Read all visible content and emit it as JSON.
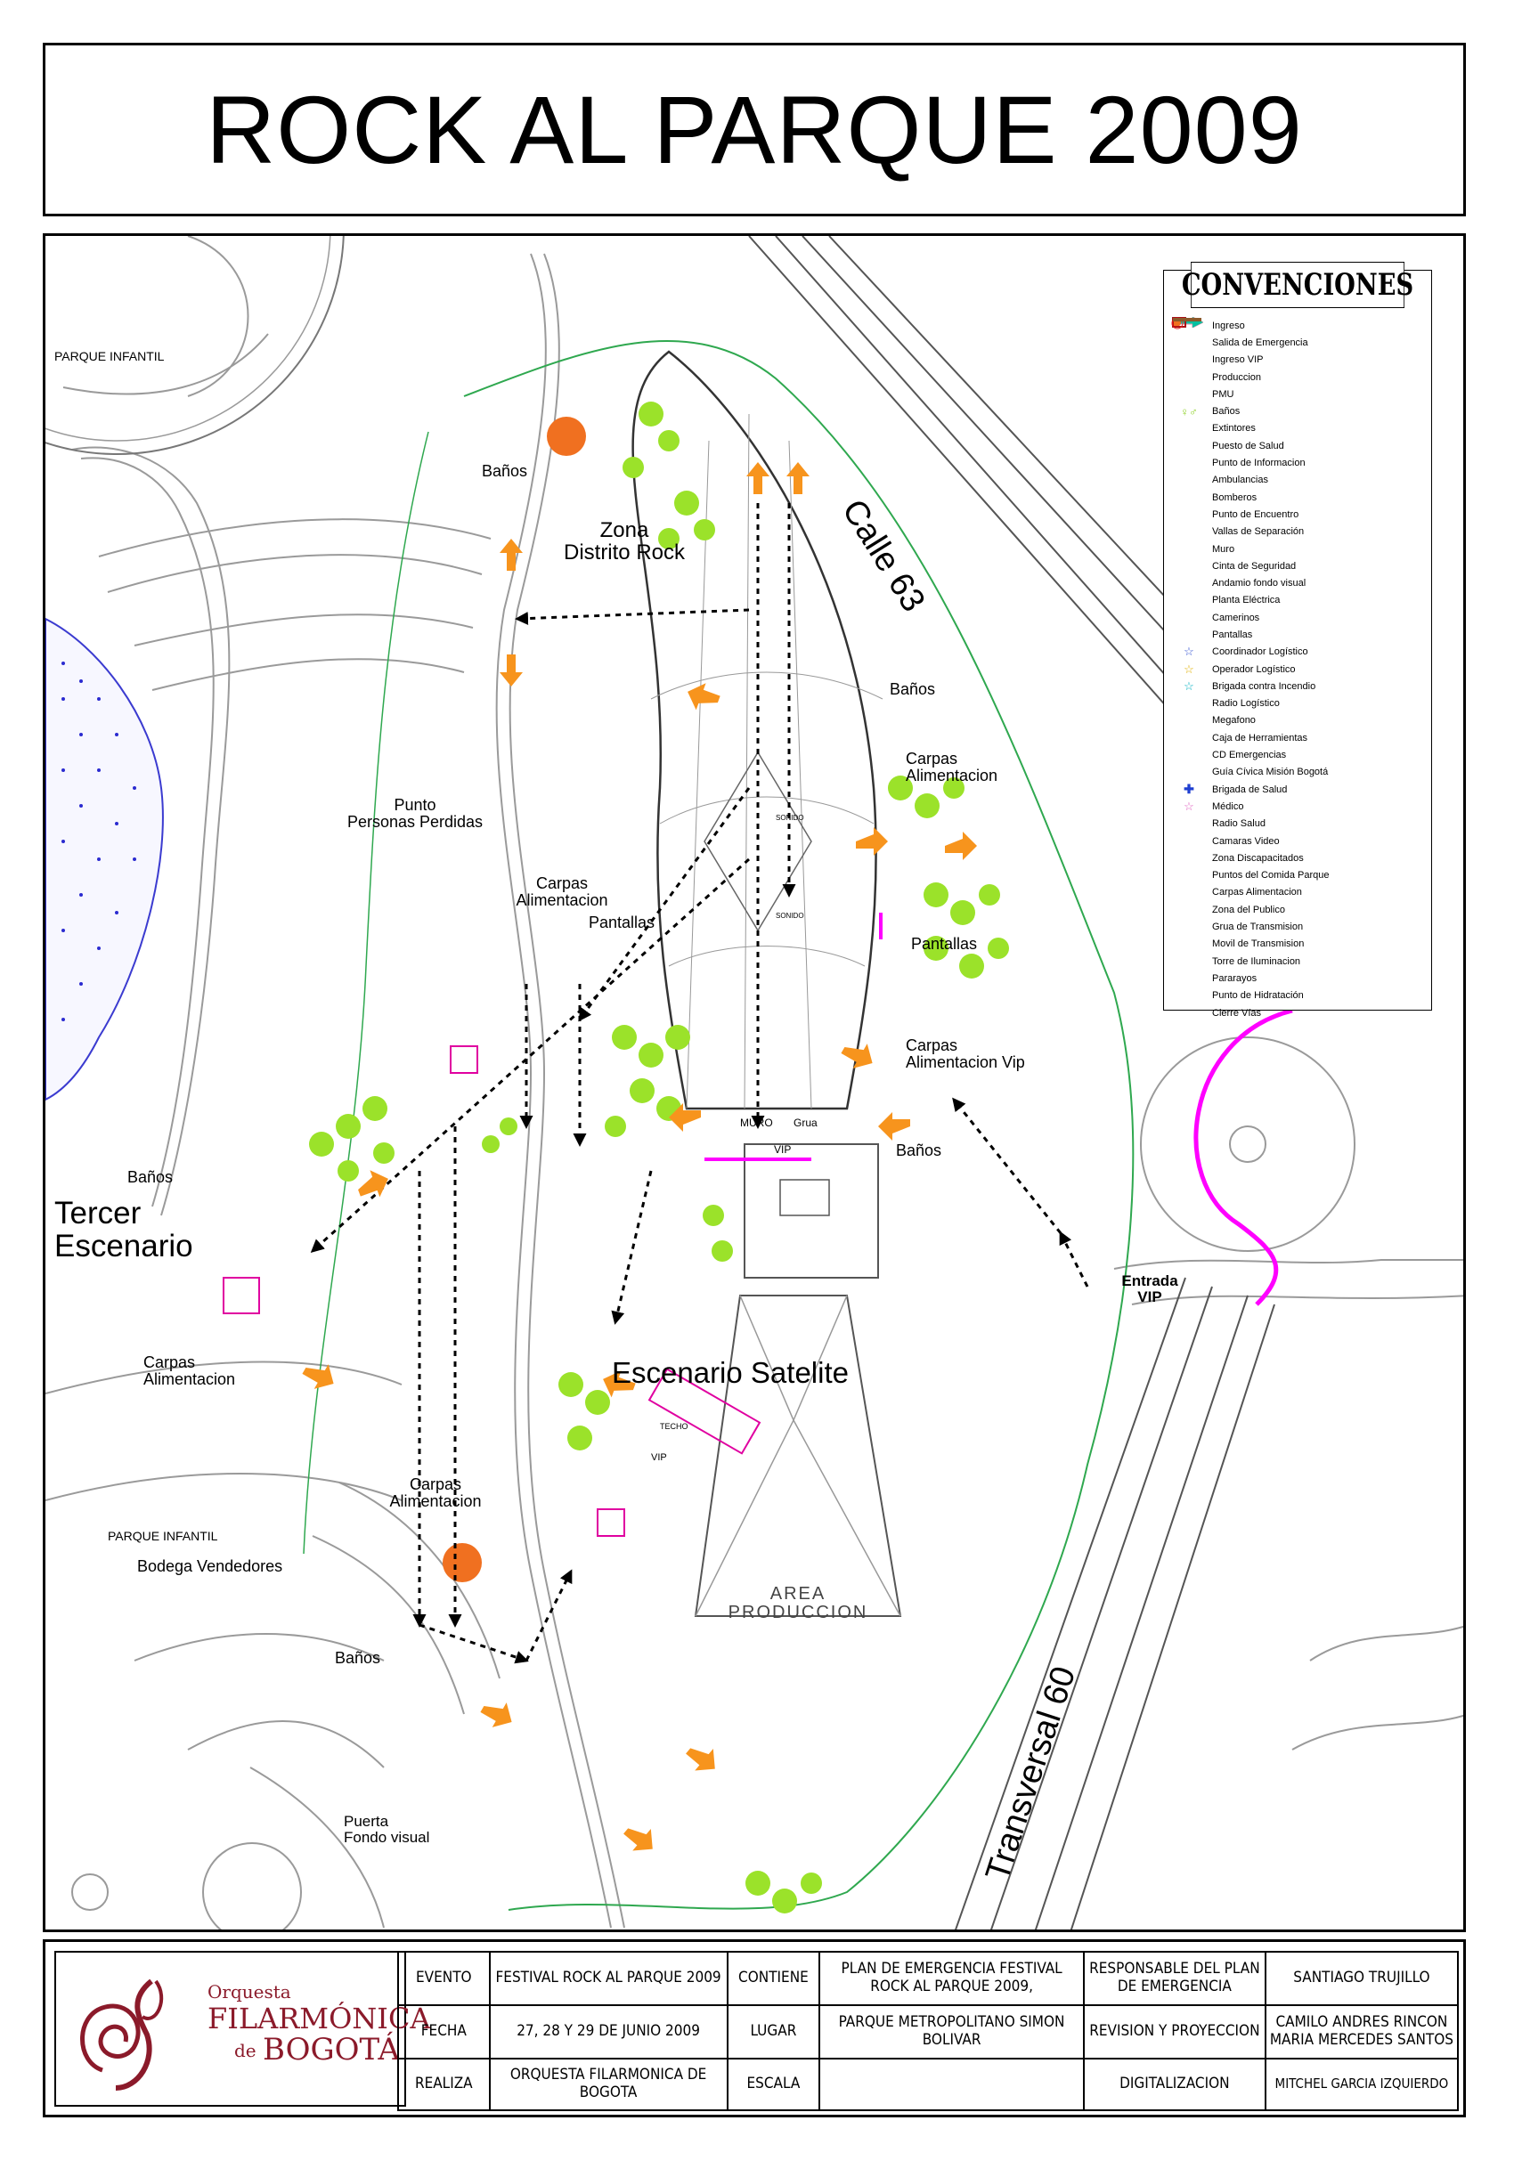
{
  "title": "ROCK AL PARQUE 2009",
  "legend": {
    "heading": "CONVENCIONES",
    "items": [
      {
        "label": "Ingreso",
        "icon": "black-arrow",
        "color": "#000000"
      },
      {
        "label": "Salida de Emergencia",
        "icon": "orange-arrow",
        "color": "#f7941d"
      },
      {
        "label": "Ingreso VIP",
        "icon": "outline-arrow",
        "color": "#e8a0b0"
      },
      {
        "label": "Produccion",
        "icon": "cyan-arrow",
        "color": "#00c0a0"
      },
      {
        "label": "PMU",
        "icon": "blue-box",
        "color": "#1f3fd1"
      },
      {
        "label": "Baños",
        "icon": "people-icon",
        "color": "#8fd12b"
      },
      {
        "label": "Extintores",
        "icon": "extinguisher-icon",
        "color": "#f2c200"
      },
      {
        "label": "Puesto de Salud",
        "icon": "cross-icon",
        "color": "#d00000"
      },
      {
        "label": "Punto de Informacion",
        "icon": "info-icon",
        "color": "#d00000"
      },
      {
        "label": "Ambulancias",
        "icon": "ambulance-icon",
        "color": "#333333"
      },
      {
        "label": "Bomberos",
        "icon": "fire-truck-icon",
        "color": "#333333"
      },
      {
        "label": "Punto de Encuentro",
        "icon": "red-dot",
        "color": "#e00000"
      },
      {
        "label": "Vallas de Separación",
        "icon": "blue-line",
        "color": "#1f3fd1"
      },
      {
        "label": "Muro",
        "icon": "brown-line",
        "color": "#c08040"
      },
      {
        "label": "Cinta de Seguridad",
        "icon": "magenta-line",
        "color": "#ff00ff"
      },
      {
        "label": "Andamio fondo visual",
        "icon": "small-box",
        "color": "#333333"
      },
      {
        "label": "Planta Eléctrica",
        "icon": "purple-box",
        "color": "#b050c0"
      },
      {
        "label": "Camerinos",
        "icon": "x-box",
        "color": "#333333"
      },
      {
        "label": "Pantallas",
        "icon": "screen-icon",
        "color": "#333333"
      },
      {
        "label": "Coordinador Logístico",
        "icon": "blue-star",
        "color": "#3050d0"
      },
      {
        "label": "Operador Logístico",
        "icon": "yellow-star",
        "color": "#e0b000"
      },
      {
        "label": "Brigada contra Incendio",
        "icon": "cyan-star",
        "color": "#00b0c0"
      },
      {
        "label": "Radio Logístico",
        "icon": "green-radio",
        "color": "#30b030"
      },
      {
        "label": "Megafono",
        "icon": "megaphone-icon",
        "color": "#333333"
      },
      {
        "label": "Caja de Herramientas",
        "icon": "toolbox-icon",
        "color": "#333333"
      },
      {
        "label": "CD Emergencias",
        "icon": "cd-icon",
        "color": "#333333"
      },
      {
        "label": "Guía Cívica Misión Bogotá",
        "icon": "guide-icon",
        "color": "#c0b000"
      },
      {
        "label": "Brigada de Salud",
        "icon": "blue-cross",
        "color": "#1f3fd1"
      },
      {
        "label": "Médico",
        "icon": "pink-star",
        "color": "#e060c0"
      },
      {
        "label": "Radio Salud",
        "icon": "blue-radio",
        "color": "#3050d0"
      },
      {
        "label": "Camaras Video",
        "icon": "camera-icon",
        "color": "#333333"
      },
      {
        "label": "Zona Discapacitados",
        "icon": "wheelchair-icon",
        "color": "#333333"
      },
      {
        "label": "Puntos del Comida Parque",
        "icon": "orange-dot",
        "color": "#f07020"
      },
      {
        "label": "Carpas Alimentacion",
        "icon": "magenta-box",
        "color": "#e000a0"
      },
      {
        "label": "Zona del Publico",
        "icon": "none",
        "color": "#ffffff"
      },
      {
        "label": "Grua de Transmision",
        "icon": "crane-icon",
        "color": "#333333"
      },
      {
        "label": "Movil de Transmision",
        "icon": "van-icon",
        "color": "#333333"
      },
      {
        "label": "Torre de Iluminacion",
        "icon": "tower-icon",
        "color": "#333333"
      },
      {
        "label": "Pararayos",
        "icon": "red-circle",
        "color": "#e04040"
      },
      {
        "label": "Punto de Hidratación",
        "icon": "h-icon",
        "color": "#e00000"
      },
      {
        "label": "Cierre Vías",
        "icon": "brown-bar",
        "color": "#8b5a2b"
      }
    ]
  },
  "map_labels": {
    "parque_infantil_top": "PARQUE INFANTIL",
    "banos_1": "Baños",
    "zona_distrito_rock": "Zona\nDistrito Rock",
    "calle_63": "Calle 63",
    "banos_2": "Baños",
    "carpas_1": "Carpas\nAlimentacion",
    "punto_personas": "Punto\nPersonas Perdidas",
    "carpas_2": "Carpas\nAlimentacion",
    "pantallas_1": "Pantallas",
    "pantallas_2": "Pantallas",
    "sonido_1": "SONIDO",
    "sonido_2": "SONIDO",
    "carpas_vip": "Carpas\nAlimentacion Vip",
    "muro": "MURO",
    "grua": "Grua",
    "vip_1": "VIP",
    "banos_3": "Baños",
    "banos_4": "Baños",
    "tercer_escenario": "Tercer\nEscenario",
    "entrada_vip": "Entrada\nVIP",
    "carpas_3": "Carpas\nAlimentacion",
    "escenario_satelite": "Escenario Satelite",
    "techo": "TECHO",
    "vip_2": "VIP",
    "carpas_4": "Carpas\nAlimentacion",
    "parque_infantil_bottom": "PARQUE INFANTIL",
    "bodega": "Bodega Vendedores",
    "area_produccion": "AREA\nPRODUCCION",
    "transversal_60": "Transversal  60",
    "banos_5": "Baños",
    "puerta": "Puerta\nFondo visual"
  },
  "logo": {
    "line1": "Orquesta",
    "line2": "FILARMÓNICA",
    "line3": "de",
    "line4": "BOGOTÁ"
  },
  "title_block": {
    "evento_label": "EVENTO",
    "evento_value": "FESTIVAL ROCK AL PARQUE 2009",
    "contiene_label": "CONTIENE",
    "contiene_value": "PLAN DE EMERGENCIA FESTIVAL ROCK AL PARQUE 2009,",
    "responsable_label": "RESPONSABLE DEL PLAN DE EMERGENCIA",
    "responsable_value": "SANTIAGO TRUJILLO",
    "fecha_label": "FECHA",
    "fecha_value": "27, 28 Y 29 DE JUNIO 2009",
    "lugar_label": "LUGAR",
    "lugar_value": "PARQUE METROPOLITANO SIMON BOLIVAR",
    "revision_label": "REVISION Y PROYECCION",
    "revision_value": "CAMILO ANDRES RINCON\nMARIA MERCEDES SANTOS",
    "realiza_label": "REALIZA",
    "realiza_value": "ORQUESTA FILARMONICA DE BOGOTA",
    "escala_label": "ESCALA",
    "escala_value": "",
    "digitalizacion_label": "DIGITALIZACION",
    "digitalizacion_value": "MITCHEL GARCIA IZQUIERDO"
  }
}
